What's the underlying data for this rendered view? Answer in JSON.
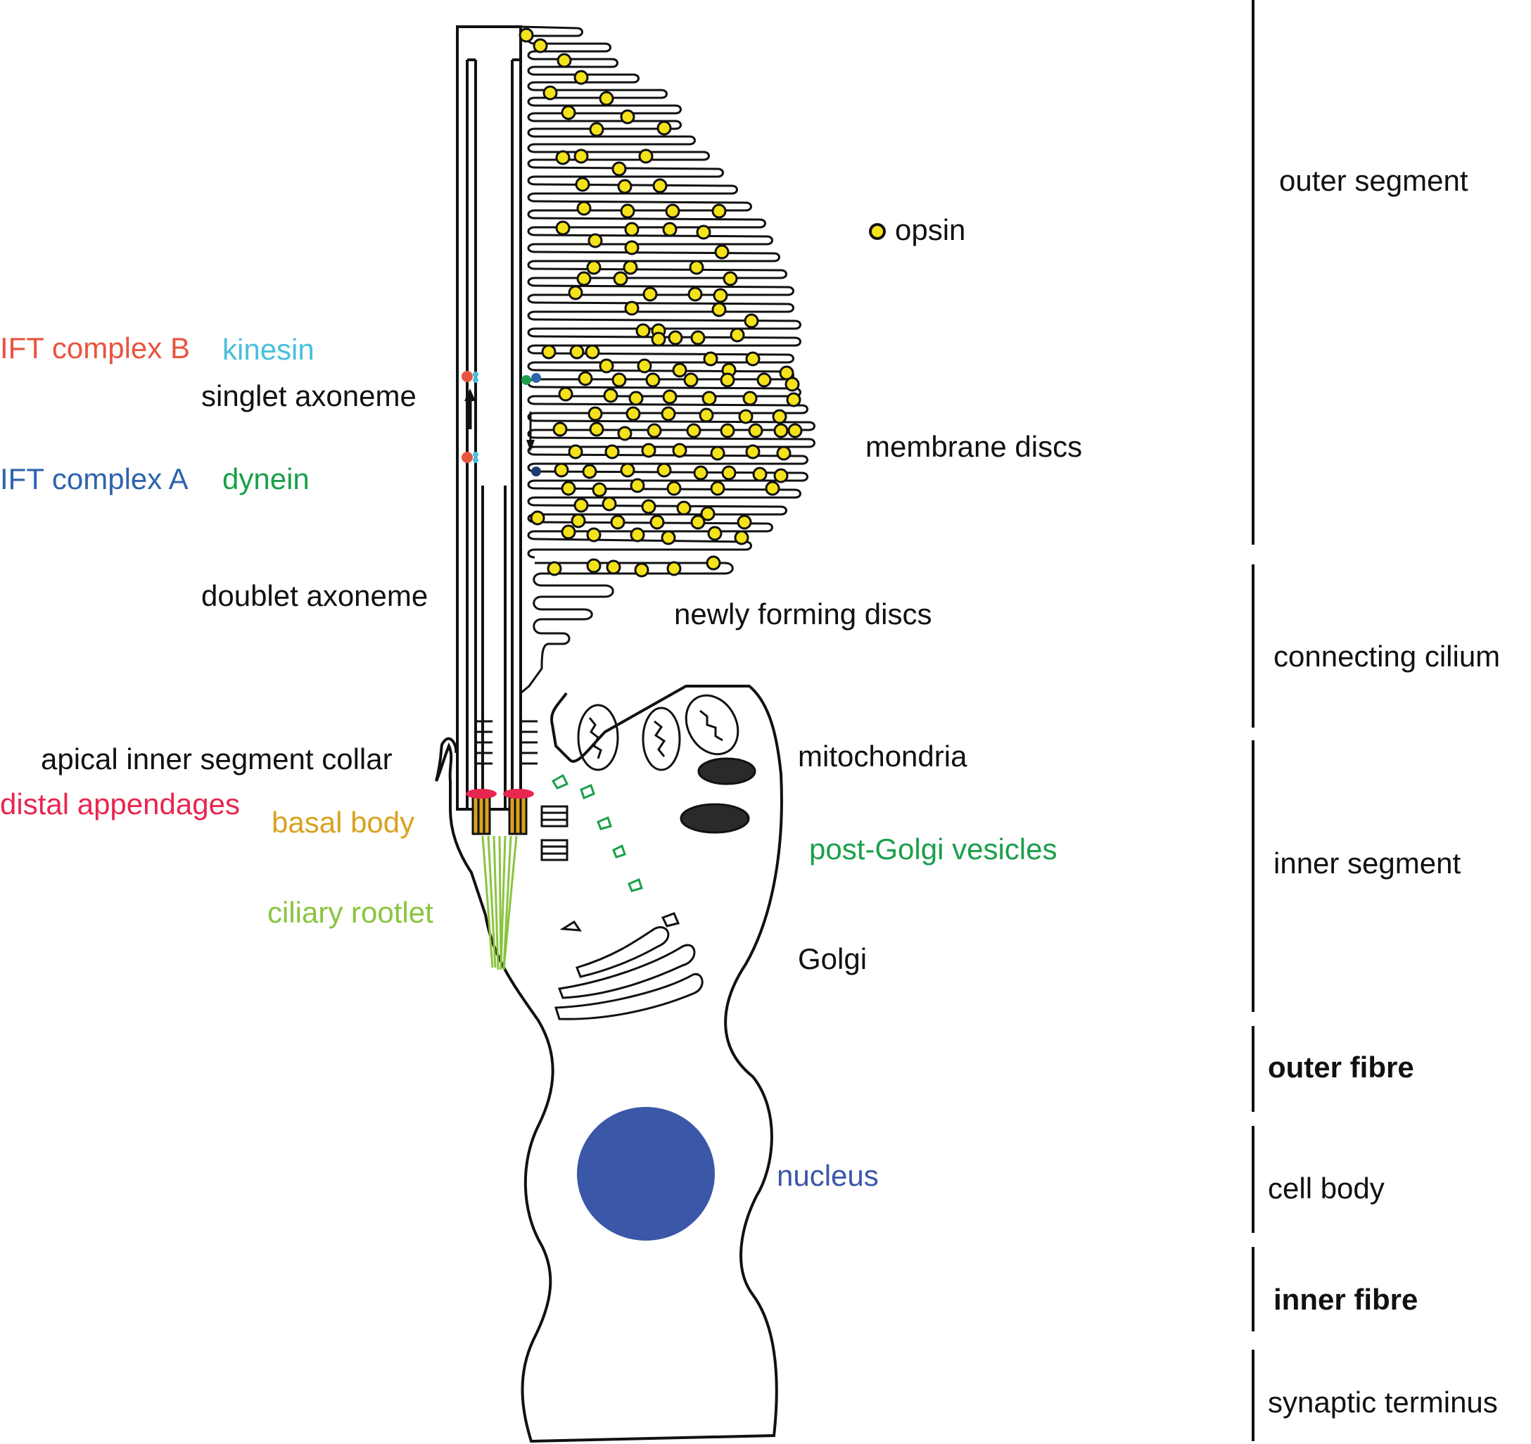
{
  "legend": {
    "opsin_label": "opsin"
  },
  "labels": {
    "ift_b": "IFT complex B",
    "kinesin": "kinesin",
    "singlet_axoneme": "singlet axoneme",
    "ift_a": "IFT complex A",
    "dynein": "dynein",
    "doublet_axoneme": "doublet axoneme",
    "apical_collar": "apical inner segment collar",
    "distal_appendages": "distal appendages",
    "basal_body": "basal body",
    "ciliary_rootlet": "ciliary rootlet",
    "membrane_discs": "membrane discs",
    "newly_forming_discs": "newly forming discs",
    "mitochondria": "mitochondria",
    "post_golgi": "post-Golgi vesicles",
    "golgi": "Golgi",
    "nucleus": "nucleus"
  },
  "segments": [
    {
      "label": "outer segment",
      "bold": false
    },
    {
      "label": "connecting cilium",
      "bold": false
    },
    {
      "label": "inner segment",
      "bold": false
    },
    {
      "label": "outer fibre",
      "bold": true
    },
    {
      "label": "cell body",
      "bold": false
    },
    {
      "label": "inner fibre",
      "bold": true
    },
    {
      "label": "synaptic terminus",
      "bold": false
    }
  ],
  "colors": {
    "ift_b": "#e9543f",
    "kinesin": "#48c0dc",
    "ift_a": "#2f64ad",
    "dynein": "#1aa04a",
    "distal_appendages": "#e8264f",
    "basal_body": "#d9a21e",
    "ciliary_rootlet": "#8ac43f",
    "post_golgi": "#1aa04a",
    "nucleus": "#3a57a8",
    "opsin_fill": "#f4e21a",
    "outline": "#111111"
  }
}
